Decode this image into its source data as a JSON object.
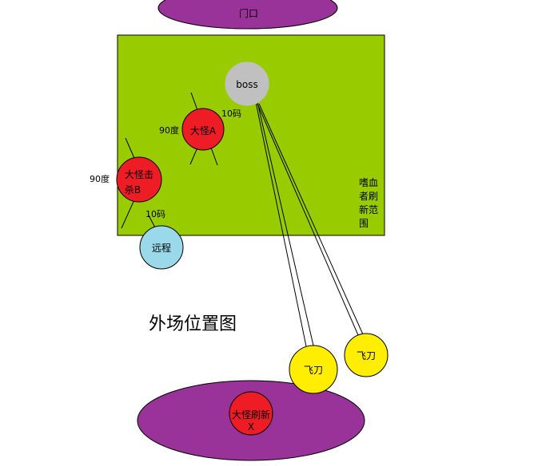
{
  "labels": {
    "door": "门口",
    "boss": "boss",
    "monster_a": "大怪A",
    "monster_b_line1": "大怪击",
    "monster_b_line2": "杀B",
    "ranged": "远程",
    "flying_blade_1": "飞刀",
    "flying_blade_2": "飞刀",
    "spawn_x_line1": "大怪刷新",
    "spawn_x_line2": "X",
    "dist_a": "10码",
    "dist_b": "10码",
    "angle_a": "90度",
    "angle_b": "90度",
    "blood_spawn": [
      "嗜血",
      "者刷",
      "新范",
      "围"
    ],
    "diagram_title": "外场位置图"
  },
  "colors": {
    "field": "#99cc00",
    "portal": "#993399",
    "monster": "#ee1c24",
    "boss": "#c0c0c0",
    "ranged": "#99d9ea",
    "blade": "#ffee00"
  }
}
